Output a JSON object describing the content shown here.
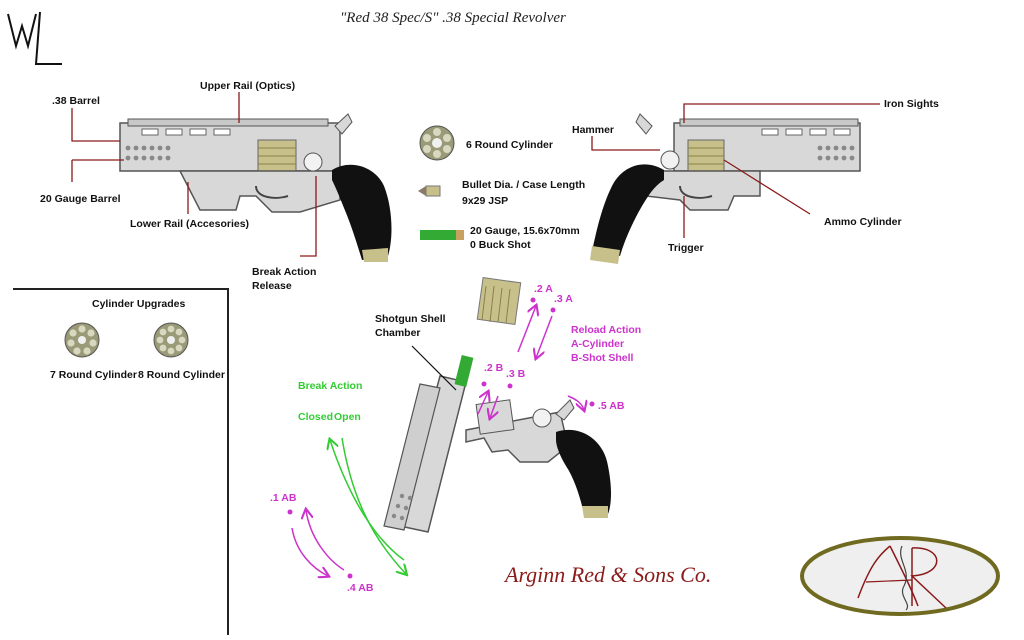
{
  "title": "\"Red 38 Spec/S\" .38 Special Revolver",
  "signature": "WL",
  "company": "Arginn Red & Sons Co.",
  "logo_text": "ASR",
  "labels": {
    "barrel_38": ".38 Barrel",
    "upper_rail": "Upper Rail (Optics)",
    "gauge_barrel": "20 Gauge Barrel",
    "lower_rail": "Lower Rail (Accesories)",
    "break_release_1": "Break Action",
    "break_release_2": "Release",
    "hammer": "Hammer",
    "iron_sights": "Iron Sights",
    "ammo_cylinder": "Ammo Cylinder",
    "trigger": "Trigger",
    "shell_chamber_1": "Shotgun Shell",
    "shell_chamber_2": "Chamber"
  },
  "ammo_legend": {
    "cylinder": "6 Round Cylinder",
    "bullet_1": "Bullet Dia. / Case Length",
    "bullet_2": "9x29 JSP",
    "shell_1": "20 Gauge, 15.6x70mm",
    "shell_2": "0 Buck Shot"
  },
  "upgrades": {
    "heading": "Cylinder Upgrades",
    "seven": "7 Round Cylinder",
    "eight": "8 Round Cylinder"
  },
  "reload": {
    "heading_1": "Reload Action",
    "heading_2": "A-Cylinder",
    "heading_3": "B-Shot Shell",
    "step_2a": ".2 A",
    "step_3a": ".3 A",
    "step_2b": ".2 B",
    "step_3b": ".3 B",
    "step_5ab": ".5 AB",
    "step_1ab": ".1 AB",
    "step_4ab": ".4 AB"
  },
  "break_action": {
    "heading": "Break Action",
    "closed": "Closed",
    "open": "Open"
  },
  "colors": {
    "gun_body": "#d8d8d8",
    "grip": "#111111",
    "brass": "#c8c08a",
    "pink_annotation": "#cc33cc",
    "green_annotation": "#33cc33",
    "leader_line": "#8b1a1a",
    "company_text": "#8b1a1a"
  }
}
